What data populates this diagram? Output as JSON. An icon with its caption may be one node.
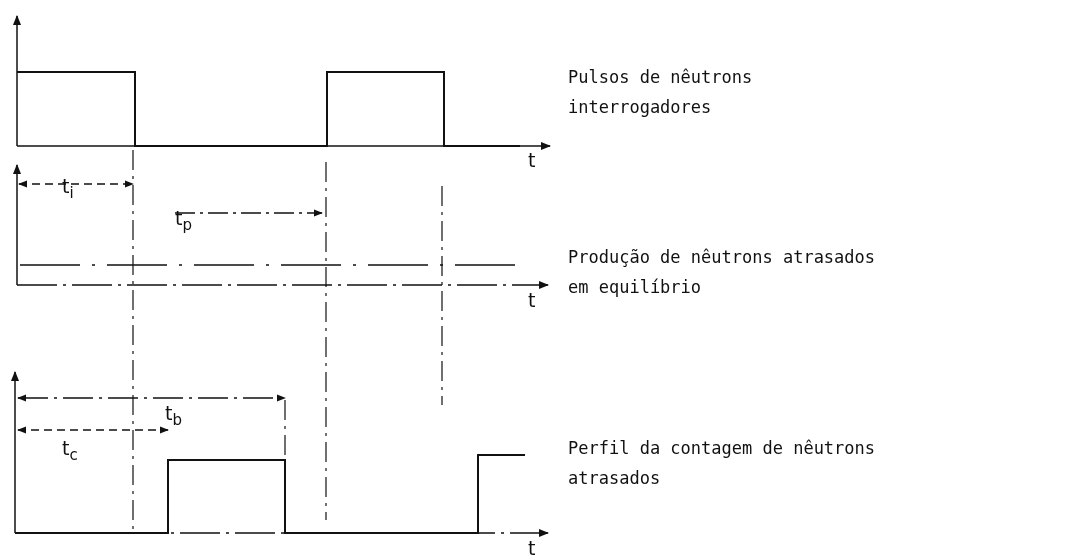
{
  "diagram": {
    "labels": [
      "Pulsos de nêutrons interrogadores",
      "t",
      "t$_{i}$",
      "t$_{p}$",
      "Produção de nêutrons atrasados em equilíbrio",
      "t",
      "t$_{b}$",
      "t$_{c}$",
      "Perfil da contagem de nêutrons atrasados",
      "t"
    ]
  }
}
